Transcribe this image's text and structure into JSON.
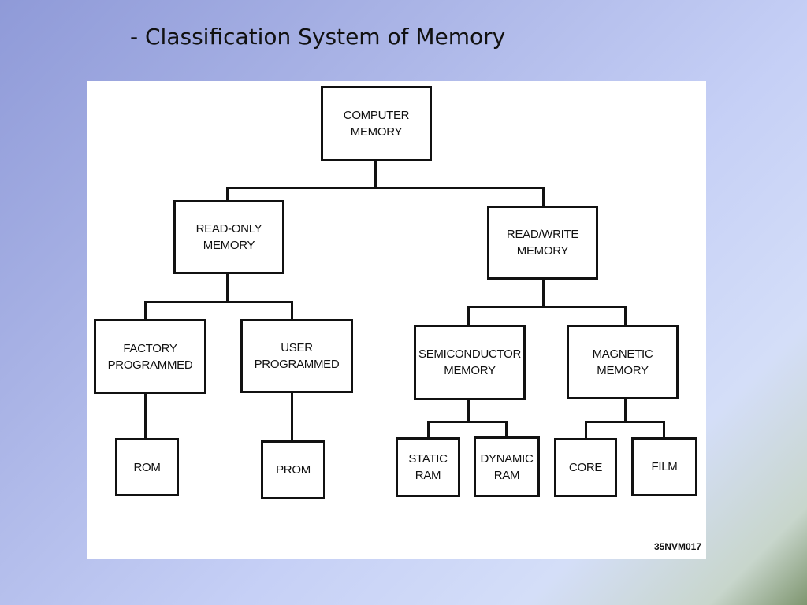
{
  "slide": {
    "title": "- Classification System of Memory"
  },
  "diagram": {
    "root": "COMPUTER\nMEMORY",
    "read_only": "READ-ONLY\nMEMORY",
    "read_write": "READ/WRITE\nMEMORY",
    "factory_programmed": "FACTORY\nPROGRAMMED",
    "user_programmed": "USER\nPROGRAMMED",
    "semiconductor": "SEMICONDUCTOR\nMEMORY",
    "magnetic": "MAGNETIC\nMEMORY",
    "rom": "ROM",
    "prom": "PROM",
    "static_ram": "STATIC\nRAM",
    "dynamic_ram": "DYNAMIC\nRAM",
    "core": "CORE",
    "film": "FILM",
    "figure_code": "35NVM017"
  }
}
